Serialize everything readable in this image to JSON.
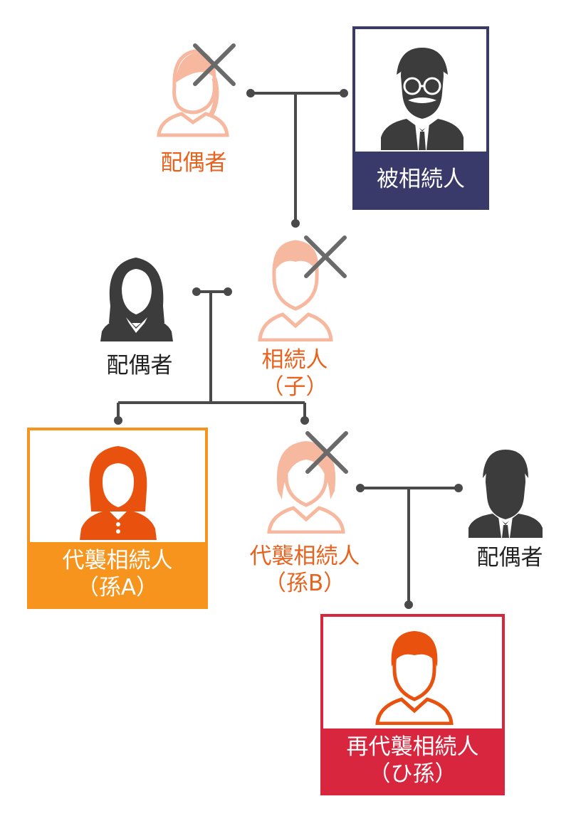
{
  "colors": {
    "orange_text": "#e8621e",
    "pale": "#f6b9a0",
    "dark": "#3c3c3c",
    "navy": "#3a3a6a",
    "amber": "#f7941d",
    "red": "#d7263d",
    "orange_figure": "#e8520e",
    "line": "#4a4a4a",
    "cross": "#6a6a6a"
  },
  "people": {
    "deceased_spouse": {
      "label": "配偶者"
    },
    "decedent": {
      "label": "被相続人"
    },
    "child_spouse": {
      "label": "配偶者"
    },
    "child": {
      "line1": "相続人",
      "line2": "（子）"
    },
    "grandchild_a": {
      "line1": "代襲相続人",
      "line2": "（孫A）"
    },
    "grandchild_b": {
      "line1": "代襲相続人",
      "line2": "（孫B）"
    },
    "grandchild_b_spouse": {
      "label": "配偶者"
    },
    "great_grandchild": {
      "line1": "再代襲相続人",
      "line2": "（ひ孫）"
    }
  }
}
